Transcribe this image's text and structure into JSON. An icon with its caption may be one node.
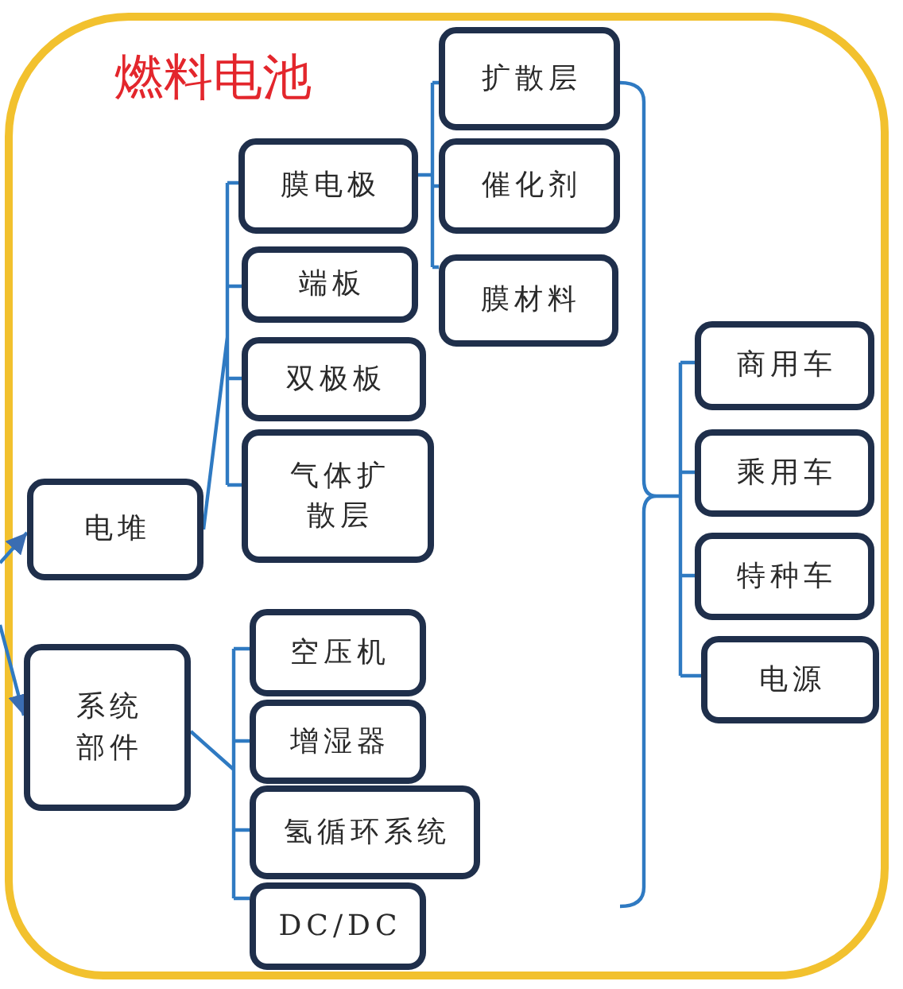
{
  "diagram": {
    "nodes": [
      {
        "text": [
          "燃料电池"
        ]
      },
      {
        "text": [
          "电堆"
        ],
        "in": 0
      },
      {
        "text": [
          "膜电极"
        ],
        "in": 0
      },
      {
        "text": [
          "端板"
        ],
        "in": 0
      },
      {
        "text": [
          "双极板"
        ],
        "in": 0
      },
      {
        "text": [
          "气体扩散层"
        ],
        "in": 0
      },
      {
        "text": [
          "扩散层"
        ],
        "in": 0
      },
      {
        "text": [
          "催化剂"
        ],
        "in": 0
      },
      {
        "text": [
          "膜材料"
        ],
        "in": 0
      },
      {
        "text": [
          "系统部件"
        ],
        "in": 0
      },
      {
        "text": [
          "空压机"
        ],
        "in": 0
      },
      {
        "text": [
          "增湿器"
        ],
        "in": 0
      },
      {
        "text": [
          "氢循环系统"
        ],
        "in": 0
      },
      {
        "text": [
          "DC/DC"
        ],
        "in": 0
      },
      {
        "text": [],
        "shape": "brace",
        "in": 0
      },
      {
        "text": [
          "商用车"
        ],
        "in": 0
      },
      {
        "text": [
          "乘用车"
        ],
        "in": 0
      },
      {
        "text": [
          "特种车"
        ],
        "in": 0
      },
      {
        "text": [
          "电源"
        ],
        "in": 0
      }
    ],
    "edges": [
      {
        "from": null,
        "to": 1,
        "arrow": "to"
      },
      {
        "from": null,
        "to": 9,
        "arrow": "to"
      },
      {
        "from": 1,
        "to": 2,
        "arrow": "none"
      },
      {
        "from": 1,
        "to": 3,
        "arrow": "none"
      },
      {
        "from": 1,
        "to": 4,
        "arrow": "none"
      },
      {
        "from": 1,
        "to": 5,
        "arrow": "none"
      },
      {
        "from": 2,
        "to": 6,
        "arrow": "none"
      },
      {
        "from": 2,
        "to": 7,
        "arrow": "none"
      },
      {
        "from": 2,
        "to": 8,
        "arrow": "none"
      },
      {
        "from": 9,
        "to": 10,
        "arrow": "none"
      },
      {
        "from": 9,
        "to": 11,
        "arrow": "none"
      },
      {
        "from": 9,
        "to": 12,
        "arrow": "none"
      },
      {
        "from": 9,
        "to": 13,
        "arrow": "none"
      },
      {
        "from": 14,
        "to": 15,
        "arrow": "none"
      },
      {
        "from": 14,
        "to": 16,
        "arrow": "none"
      },
      {
        "from": 14,
        "to": 17,
        "arrow": "none"
      },
      {
        "from": 14,
        "to": 18,
        "arrow": "none"
      }
    ]
  }
}
